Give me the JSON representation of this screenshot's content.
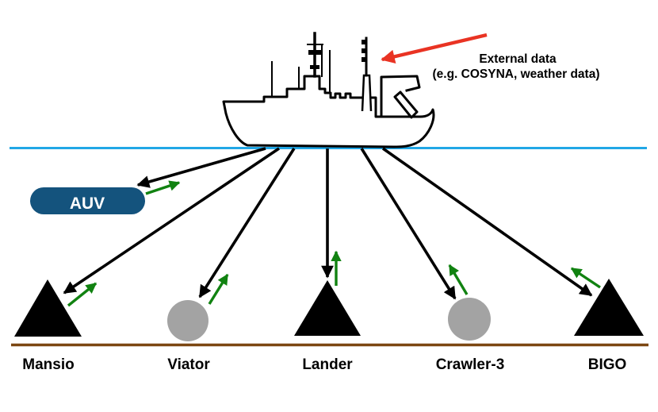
{
  "diagram": {
    "annotation": {
      "line1": "External data",
      "line2": "(e.g. COSYNA, weather data)"
    },
    "auv_label": "AUV",
    "nodes": [
      {
        "label": "Mansio",
        "shape": "triangle",
        "fill": "black"
      },
      {
        "label": "Viator",
        "shape": "circle",
        "fill": "gray"
      },
      {
        "label": "Lander",
        "shape": "triangle",
        "fill": "black"
      },
      {
        "label": "Crawler-3",
        "shape": "circle",
        "fill": "gray"
      },
      {
        "label": "BIGO",
        "shape": "triangle",
        "fill": "black"
      }
    ],
    "connections": [
      {
        "from": "ship",
        "to": "AUV",
        "downlink": "black-arrow",
        "uplink": "green-arrow"
      },
      {
        "from": "ship",
        "to": "Mansio",
        "downlink": "black-arrow",
        "uplink": "green-arrow"
      },
      {
        "from": "ship",
        "to": "Viator",
        "downlink": "black-arrow",
        "uplink": "green-arrow"
      },
      {
        "from": "ship",
        "to": "Lander",
        "downlink": "black-arrow",
        "uplink": "green-arrow"
      },
      {
        "from": "ship",
        "to": "Crawler-3",
        "downlink": "black-arrow",
        "uplink": "green-arrow"
      },
      {
        "from": "ship",
        "to": "BIGO",
        "downlink": "black-arrow",
        "uplink": "green-arrow"
      },
      {
        "from": "External data",
        "to": "ship",
        "link": "red-arrow"
      }
    ],
    "icons": {
      "ship": "research-vessel-icon",
      "water": "sea-surface-line",
      "seabed": "seafloor-line",
      "auv": "auv-pill",
      "black_arrow": "downlink-arrow-icon",
      "green_arrow": "uplink-arrow-icon",
      "red_arrow": "external-data-arrow-icon"
    }
  },
  "colors": {
    "ink": "#000000",
    "water": "#21A7E6",
    "seafloor": "#7C4712",
    "auv": "#14537D",
    "auv-text": "#FFFFFF",
    "gray-node": "#A3A3A3",
    "green": "#118211",
    "red": "#E93323",
    "bg": "#FFFFFF"
  }
}
